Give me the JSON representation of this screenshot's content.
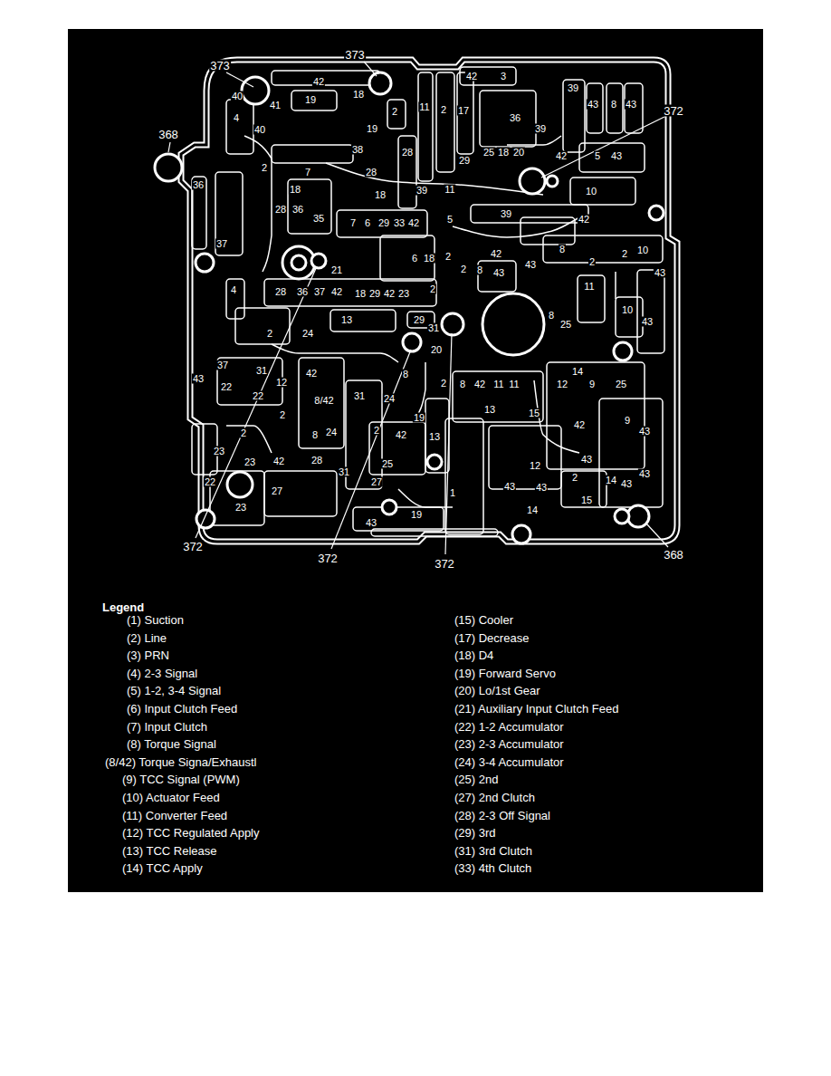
{
  "diagram": {
    "labels": [
      "373",
      "373",
      "368",
      "372",
      "372",
      "372",
      "372",
      "368",
      "42",
      "42",
      "3",
      "39",
      "43",
      "8",
      "43",
      "40",
      "41",
      "19",
      "18",
      "2",
      "19",
      "11",
      "2",
      "17",
      "36",
      "39",
      "4",
      "40",
      "2",
      "38",
      "28",
      "28",
      "29",
      "25",
      "18",
      "20",
      "42",
      "5",
      "43",
      "36",
      "7",
      "18",
      "18",
      "39",
      "11",
      "10",
      "28",
      "36",
      "35",
      "7",
      "6",
      "29",
      "33",
      "42",
      "5",
      "39",
      "42",
      "37",
      "42",
      "8",
      "2",
      "2",
      "10",
      "43",
      "6",
      "18",
      "2",
      "2",
      "8",
      "43",
      "43",
      "21",
      "4",
      "28",
      "36",
      "37",
      "42",
      "18",
      "29",
      "42",
      "23",
      "2",
      "11",
      "13",
      "29",
      "31",
      "8",
      "25",
      "10",
      "43",
      "2",
      "24",
      "20",
      "37",
      "43",
      "31",
      "42",
      "22",
      "22",
      "12",
      "8",
      "24",
      "31",
      "14",
      "9",
      "25",
      "8/42",
      "2",
      "2",
      "8",
      "42",
      "11",
      "11",
      "12",
      "13",
      "15",
      "42",
      "9",
      "43",
      "24",
      "8",
      "2",
      "23",
      "2",
      "42",
      "19",
      "13",
      "23",
      "42",
      "28",
      "25",
      "2",
      "43",
      "12",
      "14",
      "43",
      "43",
      "22",
      "31",
      "27",
      "27",
      "43",
      "43",
      "1",
      "15",
      "23",
      "43",
      "19",
      "14",
      "Legend"
    ],
    "legend": [
      {
        "text": "(1) Suction"
      },
      {
        "text": "(2) Line"
      },
      {
        "text": "(3) PRN"
      },
      {
        "text": "(4) 2-3 Signal"
      },
      {
        "text": "(5) 1-2, 3-4 Signal"
      },
      {
        "text": "(6) Input Clutch Feed"
      },
      {
        "text": "(7) Input Clutch"
      },
      {
        "text": "(8) Torque Signal"
      },
      {
        "text": "(8/42) Torque Signa/Exhaustl"
      },
      {
        "text": "(9) TCC Signal (PWM)"
      },
      {
        "text": "(10) Actuator Feed"
      },
      {
        "text": "(11) Converter Feed"
      },
      {
        "text": "(12) TCC Regulated Apply"
      },
      {
        "text": "(13) TCC Release"
      },
      {
        "text": "(14) TCC Apply"
      },
      {
        "text": "(15) Cooler"
      },
      {
        "text": "(17) Decrease"
      },
      {
        "text": "(18) D4"
      },
      {
        "text": "(19) Forward Servo"
      },
      {
        "text": "(20) Lo/1st Gear"
      },
      {
        "text": "(21) Auxiliary Input Clutch Feed"
      },
      {
        "text": "(22) 1-2 Accumulator"
      },
      {
        "text": "(23) 2-3 Accumulator"
      },
      {
        "text": "(24) 3-4 Accumulator"
      },
      {
        "text": "(25) 2nd"
      },
      {
        "text": "(27) 2nd Clutch"
      },
      {
        "text": "(28) 2-3 Off Signal"
      },
      {
        "text": "(29) 3rd"
      },
      {
        "text": "(31) 3rd Clutch"
      },
      {
        "text": "(33) 4th Clutch"
      }
    ]
  }
}
